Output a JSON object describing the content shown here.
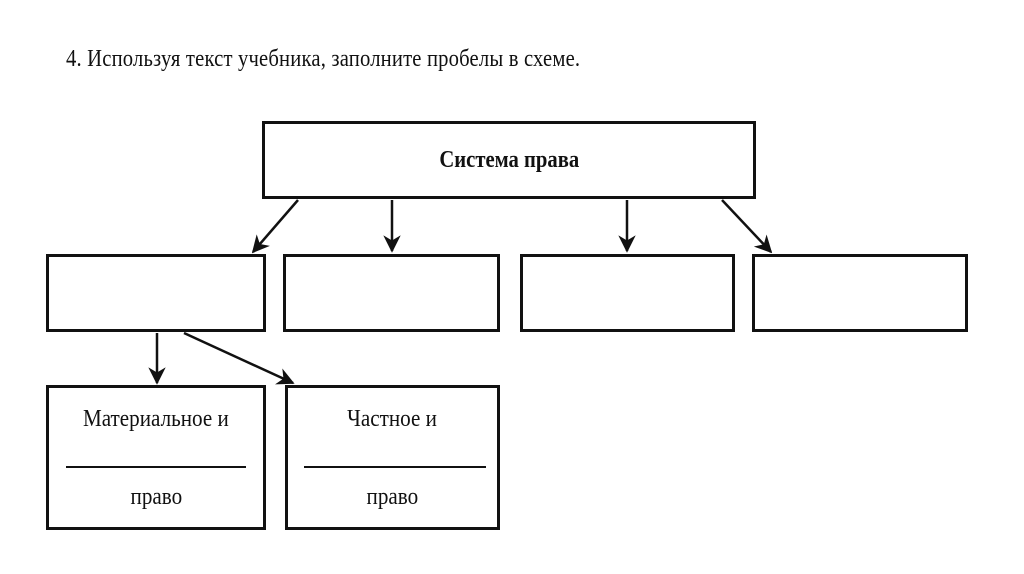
{
  "task": {
    "text": "4. Используя текст учебника, заполните пробелы в схеме."
  },
  "diagram": {
    "root": "Система права",
    "branches": [
      "",
      "",
      "",
      ""
    ],
    "sub": [
      {
        "top": "Материальное и",
        "bottom": "право"
      },
      {
        "top": "Частное и",
        "bottom": "право"
      }
    ]
  },
  "colors": {
    "ink": "#111111",
    "background": "#ffffff"
  }
}
